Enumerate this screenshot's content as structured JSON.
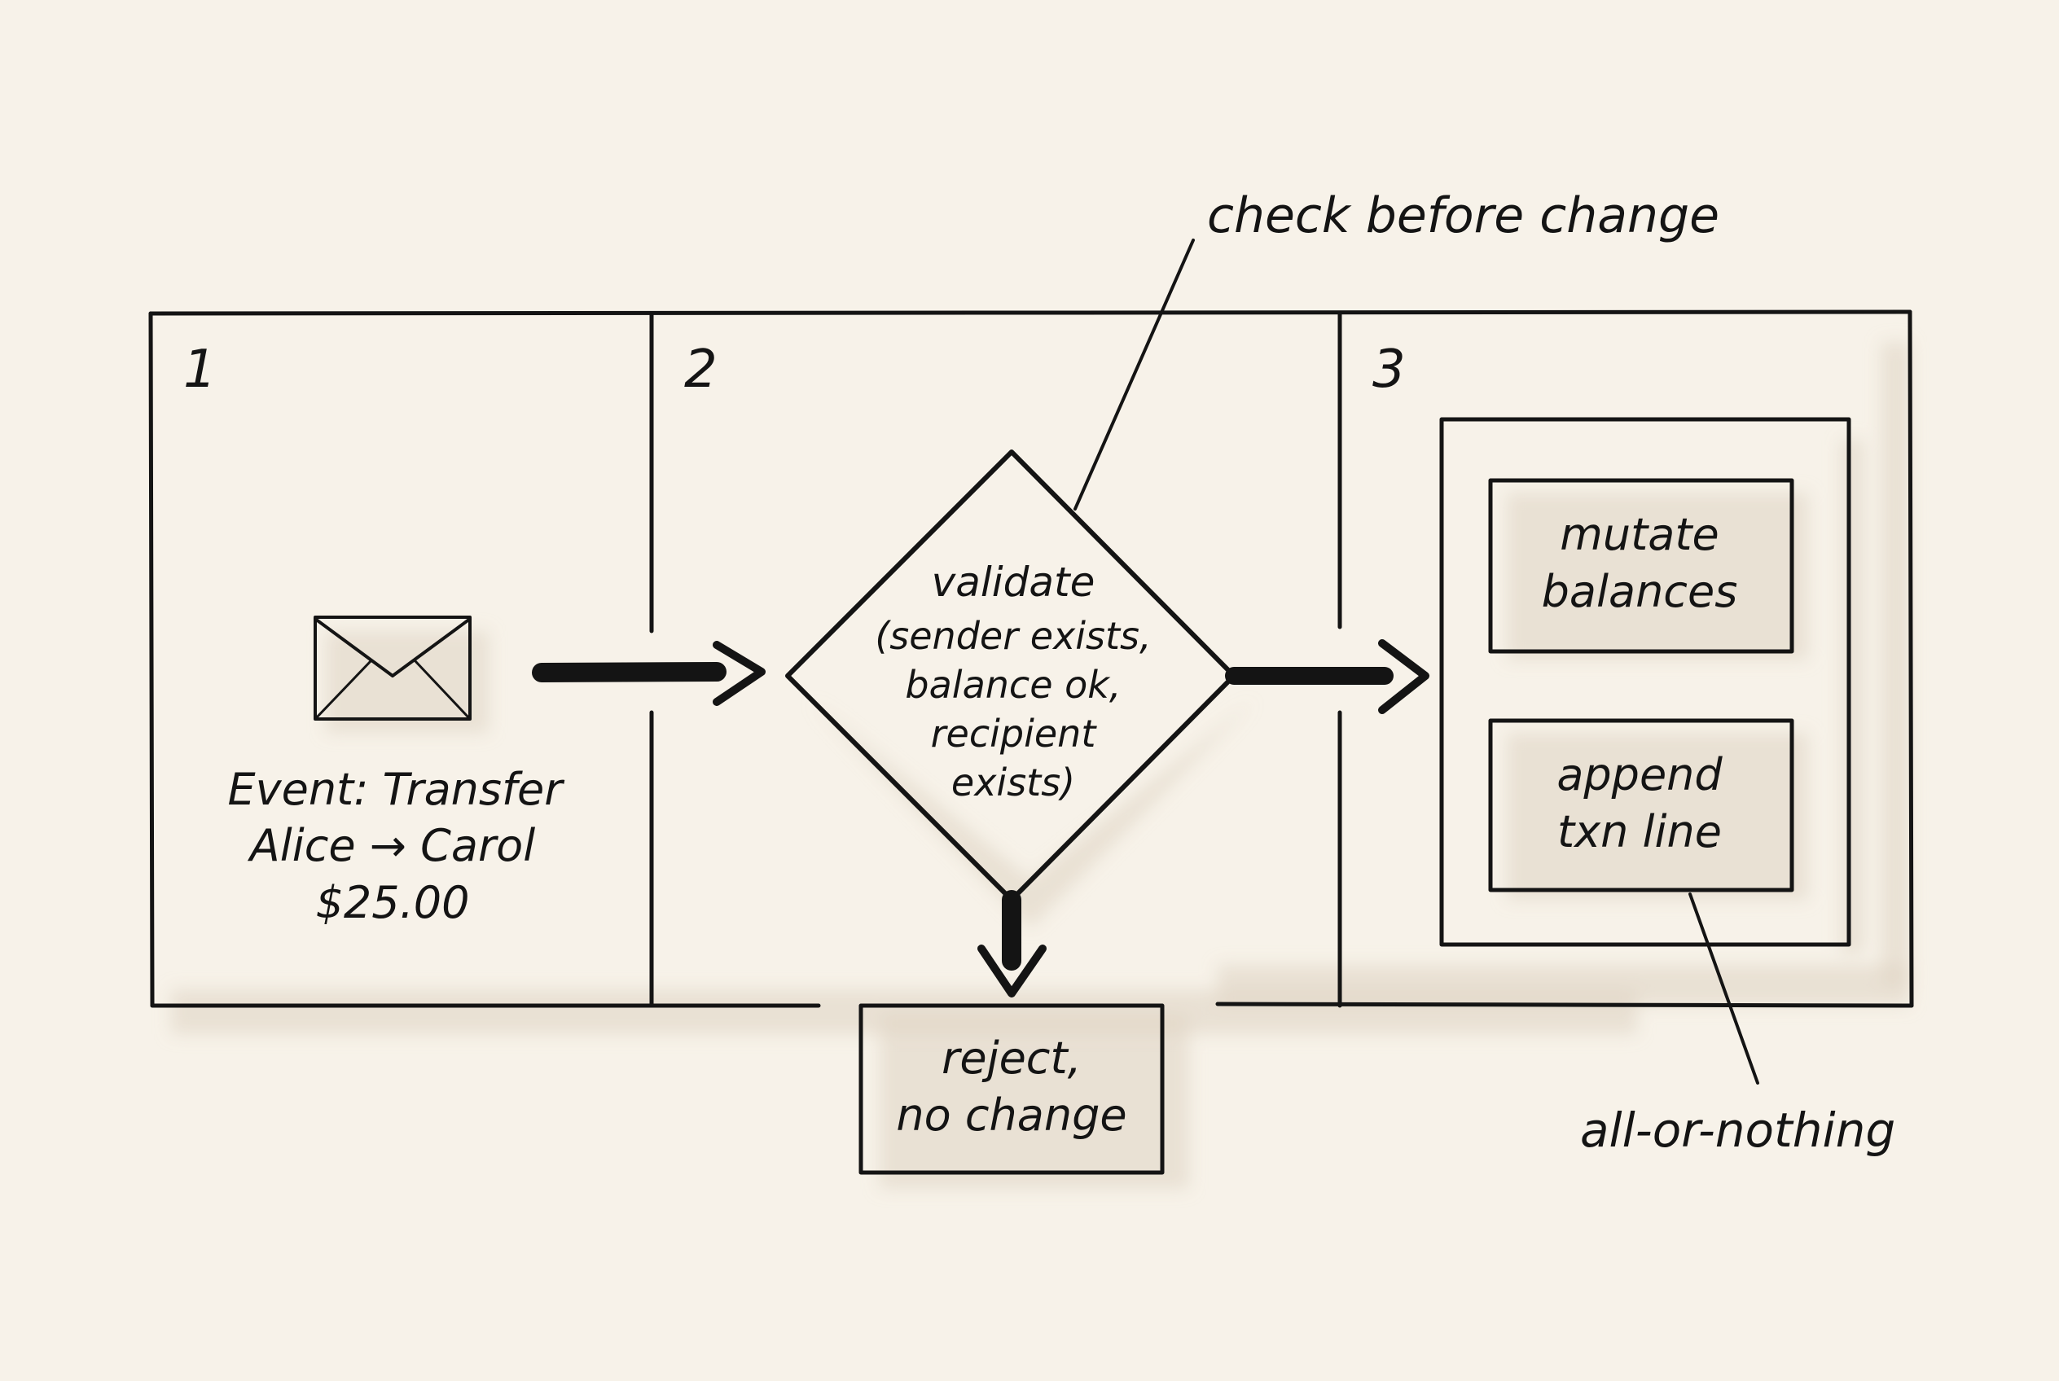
{
  "panels": [
    {
      "number": "1"
    },
    {
      "number": "2"
    },
    {
      "number": "3"
    }
  ],
  "event": {
    "icon": "envelope-icon",
    "lines": [
      "Event: Transfer",
      "Alice → Carol",
      "$25.00"
    ]
  },
  "validate": {
    "lines": [
      "validate",
      "(sender exists,",
      "balance ok,",
      "recipient",
      "exists)"
    ]
  },
  "reject": {
    "lines": [
      "reject,",
      "no change"
    ]
  },
  "mutate": {
    "lines": [
      "mutate",
      "balances"
    ]
  },
  "append": {
    "lines": [
      "append",
      "txn line"
    ]
  },
  "annotations": {
    "check": "check before change",
    "atomic": "all-or-nothing"
  },
  "colors": {
    "background": "#f7f2e9",
    "ink": "#141414",
    "shadow": "#dfd4c2"
  }
}
